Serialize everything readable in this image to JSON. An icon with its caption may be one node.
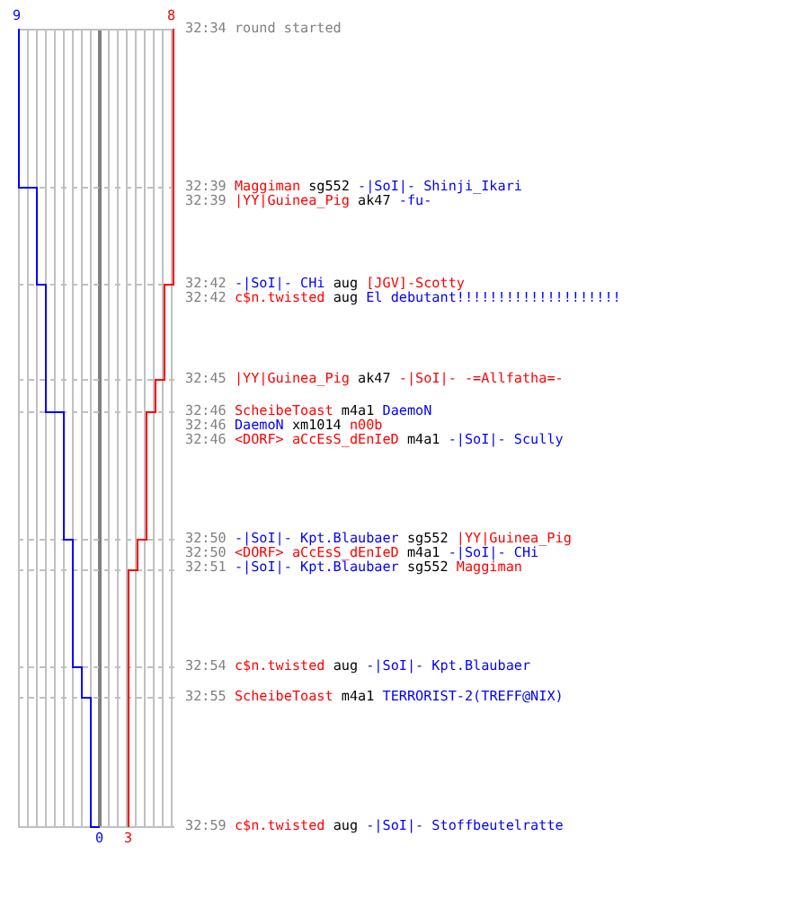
{
  "diagram": {
    "labels": [
      "9",
      "8",
      "32:34",
      "round started",
      "32:39",
      "Maggiman",
      "sg552",
      "-|SoI|- Shinji_Ikari",
      "32:39",
      "|YY|Guinea_Pig",
      "ak47",
      "-fu-",
      "32:42",
      "-|SoI|- CHi",
      "aug",
      "[JGV]-Scotty",
      "32:42",
      "c$n.twisted",
      "aug",
      "El debutant!!!!!!!!!!!!!!!!!!!!",
      "32:45",
      "|YY|Guinea_Pig",
      "ak47",
      "-|SoI|- -=Allfatha=-",
      "32:46",
      "ScheibeToast",
      "m4a1",
      "DaemoN",
      "32:46",
      "DaemoN",
      "xm1014",
      "n00b",
      "32:46",
      "<DORF> aCcEsS_dEnIeD",
      "m4a1",
      "-|SoI|- Scully",
      "32:50",
      "-|SoI|- Kpt.Blaubaer",
      "sg552",
      "|YY|Guinea_Pig",
      "32:50",
      "<DORF> aCcEsS_dEnIeD",
      "m4a1",
      "-|SoI|- CHi",
      "32:51",
      "-|SoI|- Kpt.Blaubaer",
      "sg552",
      "Maggiman",
      "32:54",
      "c$n.twisted",
      "aug",
      "-|SoI|- Kpt.Blaubaer",
      "32:55",
      "ScheibeToast",
      "m4a1",
      "TERRORIST-2(TREFF@NIX)",
      "32:59",
      "c$n.twisted",
      "aug",
      "-|SoI|- Stoffbeutelratte",
      "0",
      "3"
    ]
  }
}
